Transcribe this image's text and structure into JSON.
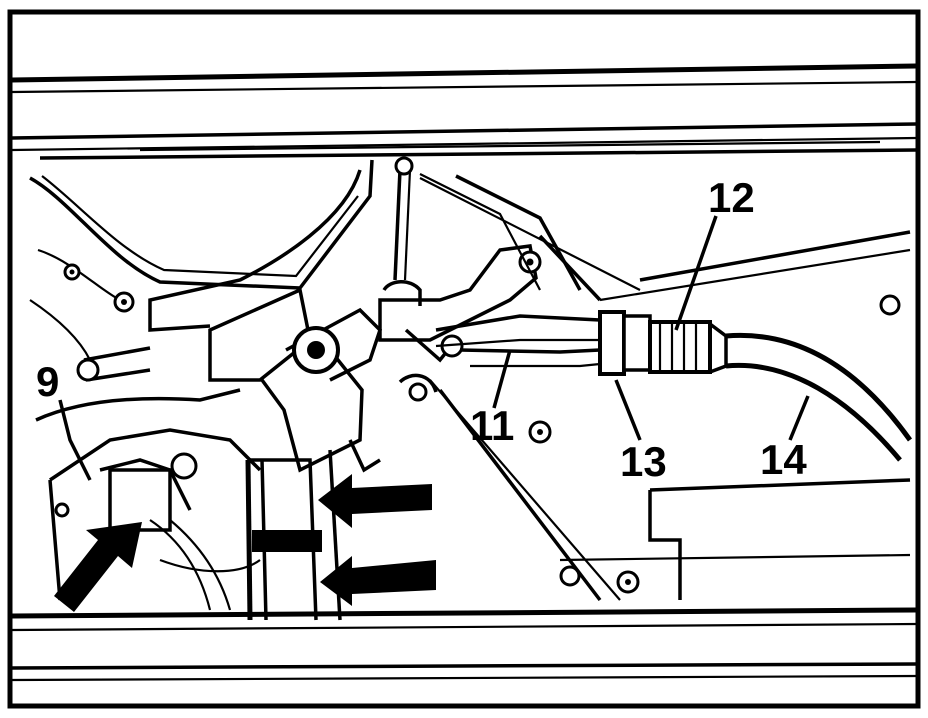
{
  "callouts": {
    "label_9": "9",
    "label_11": "11",
    "label_12": "12",
    "label_13": "13",
    "label_14": "14"
  },
  "colors": {
    "ink": "#000000",
    "paper": "#ffffff"
  },
  "icons": {
    "arrow_left_upper": "arrow-left-icon",
    "arrow_left_lower": "arrow-left-icon",
    "arrow_up_right": "arrow-up-right-icon"
  }
}
